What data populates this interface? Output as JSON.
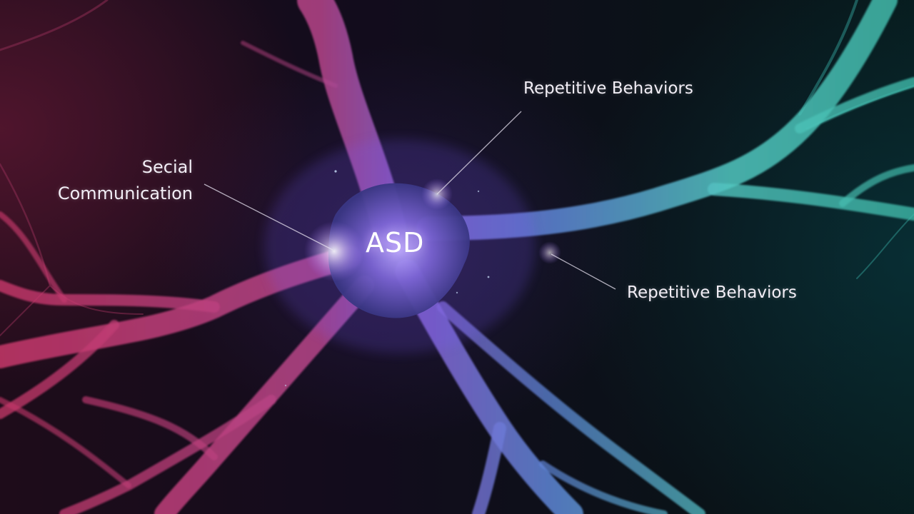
{
  "center_label": "ASD",
  "labels": {
    "social_line1": "Secial",
    "social_line2": "Communication",
    "repetitive_top": "Repetitive Behaviors",
    "repetitive_bottom": "Repetitive Behaviors"
  },
  "colors": {
    "magenta_branch": "#d8507a",
    "purple_core": "#8a63d6",
    "teal_branch": "#5fd6c8",
    "background_left": "#1e0c1a",
    "background_right": "#071a1c"
  }
}
